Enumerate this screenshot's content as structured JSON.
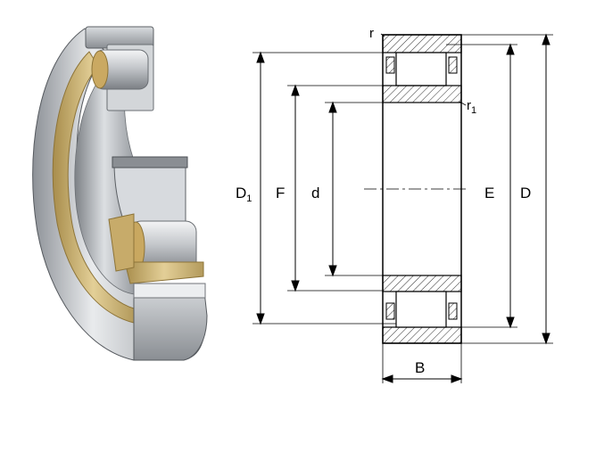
{
  "labels": {
    "D1": {
      "main": "D",
      "sub": "1"
    },
    "F": "F",
    "d": "d",
    "E": "E",
    "D": "D",
    "B": "B",
    "r": "r",
    "r1": {
      "main": "r",
      "sub": "1"
    }
  },
  "colors": {
    "line": "#000000",
    "hatch": "#000000",
    "steel_light": "#e6e8ea",
    "steel_mid": "#b9bcc0",
    "steel_dark": "#6f7378",
    "cage_brass": "#d6bf86",
    "cage_brass_dark": "#a88d4c"
  }
}
